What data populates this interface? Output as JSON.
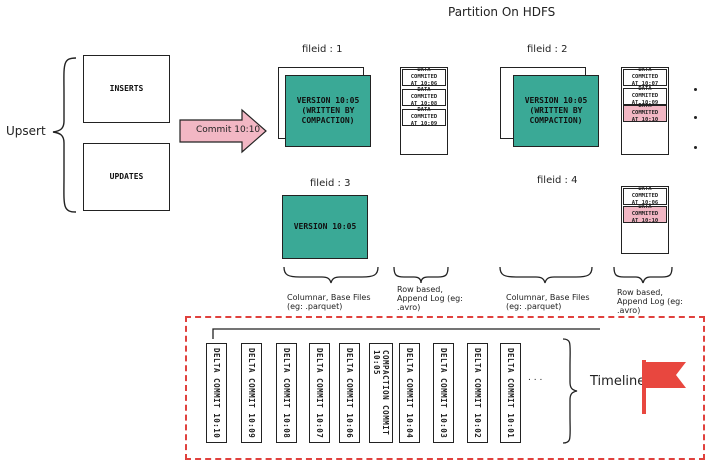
{
  "title": "Partition On HDFS",
  "upsert_label": "Upsert",
  "inserts_label": "INSERTS",
  "updates_label": "UPDATES",
  "commit_arrow_label": "Commit 10:10",
  "file_groups": [
    {
      "label": "fileid : 1",
      "version": "VERSION 10:05\n(WRITTEN BY\nCOMPACTION)",
      "log": [
        {
          "text": "DATA COMMITED\nAT 10:06",
          "highlight": false
        },
        {
          "text": "DATA COMMITED\nAT 10:08",
          "highlight": false
        },
        {
          "text": "DATA COMMITED\nAT 10:09",
          "highlight": false
        }
      ]
    },
    {
      "label": "fileid : 2",
      "version": "VERSION 10:05\n(WRITTEN BY\nCOMPACTION)",
      "log": [
        {
          "text": "DATA COMMITED\nAT 10:07",
          "highlight": false
        },
        {
          "text": "DATA COMMITED\nAT 10:09",
          "highlight": false
        },
        {
          "text": "DATA COMMITED\nAT 10:10",
          "highlight": true
        }
      ]
    },
    {
      "label": "fileid : 3",
      "version": "VERSION 10:05",
      "log": []
    },
    {
      "label": "fileid : 4",
      "version": "",
      "log": [
        {
          "text": "DATA COMMITED\nAT 10:06",
          "highlight": false
        },
        {
          "text": "DATA COMMITED\nAT 10:10",
          "highlight": true
        }
      ]
    }
  ],
  "legend": {
    "columnar_1": "Columnar, Base Files\n(eg: .parquet)",
    "row_1": "Row based,\nAppend Log (eg:\n.avro)",
    "columnar_2": "Columnar, Base Files\n(eg: .parquet)",
    "row_2": "Row based,\nAppend Log (eg:\n.avro)"
  },
  "timeline": {
    "label": "Timeline",
    "ellipsis": ". . .",
    "items": [
      {
        "text": "DELTA COMMIT 10:10",
        "compaction": false
      },
      {
        "text": "DELTA COMMIT 10:09",
        "compaction": false
      },
      {
        "text": "DELTA COMMIT 10:08",
        "compaction": false
      },
      {
        "text": "DELTA COMMIT 10:07",
        "compaction": false
      },
      {
        "text": "DELTA COMMIT 10:06",
        "compaction": false
      },
      {
        "text": "COMPACTION COMMIT\n10:05",
        "compaction": true
      },
      {
        "text": "DELTA COMMIT 10:04",
        "compaction": false
      },
      {
        "text": "DELTA COMMIT 10:03",
        "compaction": false
      },
      {
        "text": "DELTA COMMIT 10:02",
        "compaction": false
      },
      {
        "text": "DELTA COMMIT 10:01",
        "compaction": false
      }
    ]
  },
  "colors": {
    "teal": "#3aa996",
    "pink": "#f2b7c4",
    "dashed_border": "#e0413d",
    "flag": "#e8473f"
  }
}
